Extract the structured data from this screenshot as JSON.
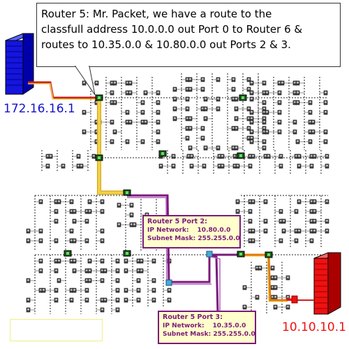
{
  "callout": {
    "lines": [
      "Router 5: Mr. Packet, we have a route to the",
      "classfull address 10.0.0.0 out Port 0 to Router 6 &",
      "routes to 10.35.0.0 & 10.80.0.0 out Ports 2 & 3."
    ]
  },
  "source_host": {
    "label": "172.16.16.1",
    "color": "#1111cc"
  },
  "dest_host": {
    "label": "10.10.10.1",
    "color": "#ee1111"
  },
  "port2_box": {
    "title": "Router 5 Port 2:",
    "network_label": "IP Network:",
    "network_value": "10.80.0.0",
    "mask_label": "Subnet Mask:",
    "mask_value": "255.255.0.0"
  },
  "port3_box": {
    "title": "Router 5 Port 3:",
    "network_label": "IP Network:",
    "network_value": "10.35.0.0",
    "mask_label": "Subnet Mask:",
    "mask_value": "255.255.0.0"
  },
  "colors": {
    "route_path": "#f0d040",
    "route_edge": "#d4a020",
    "lan_path": "#7a1a7a",
    "dest_link": "#e07a10",
    "router": "#1a5a1a",
    "infobox_border": "#7a1a7a",
    "infobox_fill": "#ffffcc"
  }
}
